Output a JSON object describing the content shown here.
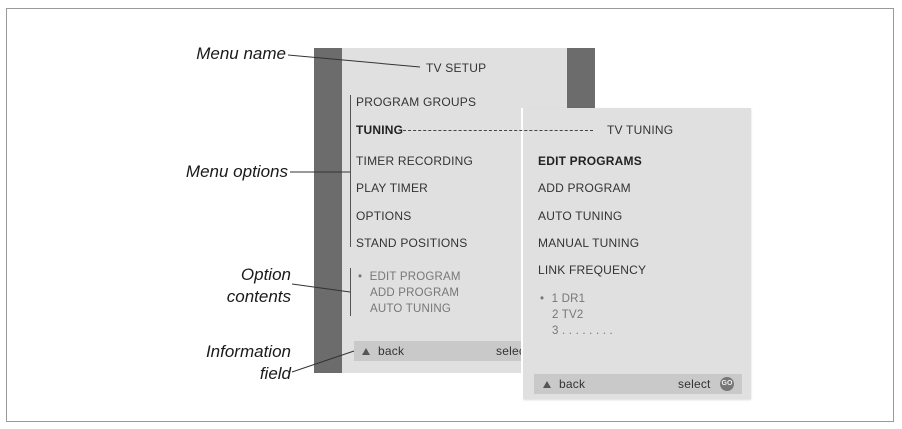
{
  "callouts": {
    "menu_name": "Menu name",
    "menu_options": "Menu options",
    "option_contents": [
      "Option",
      "contents"
    ],
    "information_field": [
      "Information",
      "field"
    ]
  },
  "back_menu": {
    "title": "TV SETUP",
    "items": [
      {
        "label": "PROGRAM GROUPS"
      },
      {
        "label": "TUNING"
      },
      {
        "label": "TIMER RECORDING"
      },
      {
        "label": "PLAY TIMER"
      },
      {
        "label": "OPTIONS"
      },
      {
        "label": "STAND POSITIONS"
      }
    ],
    "option_contents": [
      "EDIT PROGRAM",
      "ADD PROGRAM",
      "AUTO TUNING"
    ],
    "info": {
      "back": "back",
      "select": "select"
    }
  },
  "front_menu": {
    "title": "TV TUNING",
    "items": [
      {
        "label": "EDIT PROGRAMS"
      },
      {
        "label": "ADD PROGRAM"
      },
      {
        "label": "AUTO TUNING"
      },
      {
        "label": "MANUAL TUNING"
      },
      {
        "label": "LINK FREQUENCY"
      }
    ],
    "contents": [
      "1 DR1",
      "2 TV2",
      "3 . . . . . . . ."
    ],
    "info": {
      "back": "back",
      "select": "select",
      "go_icon_label": "GO"
    }
  },
  "icons": {
    "bullet": "•",
    "back_arrow": "up-triangle-icon",
    "go_button": "go-button-icon"
  },
  "colors": {
    "panel": "#e0e0e0",
    "side_bars": "#6c6c6c",
    "info_strip": "#c9c9c9"
  }
}
